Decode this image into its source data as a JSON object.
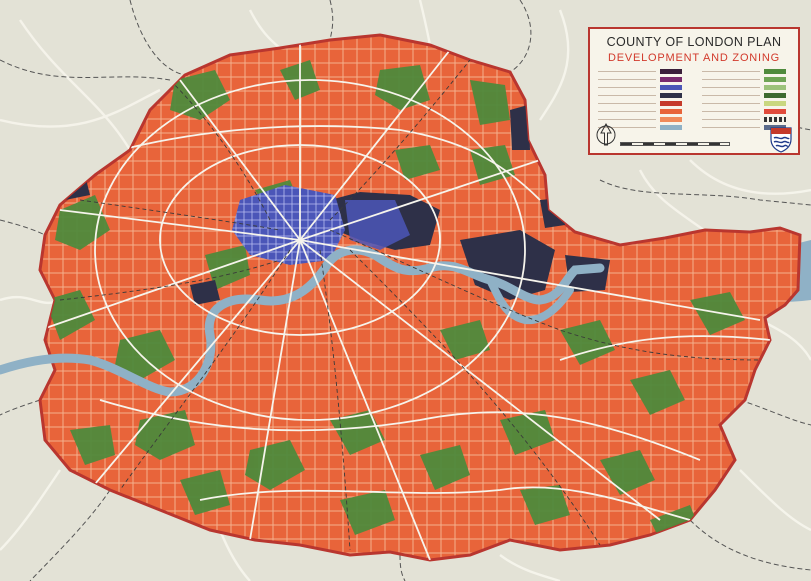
{
  "legend": {
    "title": "COUNTY OF LONDON PLAN",
    "subtitle": "DEVELOPMENT AND ZONING",
    "icons": {
      "north_arrow": "north-arrow-icon",
      "emblem": "london-county-council-emblem-icon"
    }
  },
  "colors": {
    "background": "#e3e2d6",
    "residential": "#e8643a",
    "open_space": "#4f8a3c",
    "central_business": "#4b56b8",
    "industry": "#2e3048",
    "river": "#8fb1c6",
    "roads": "#f2efe4",
    "railways": "#7a7a7a",
    "boundary": "#b9362f"
  },
  "map": {
    "image_description": "Map of the County of London showing development and zoning"
  }
}
